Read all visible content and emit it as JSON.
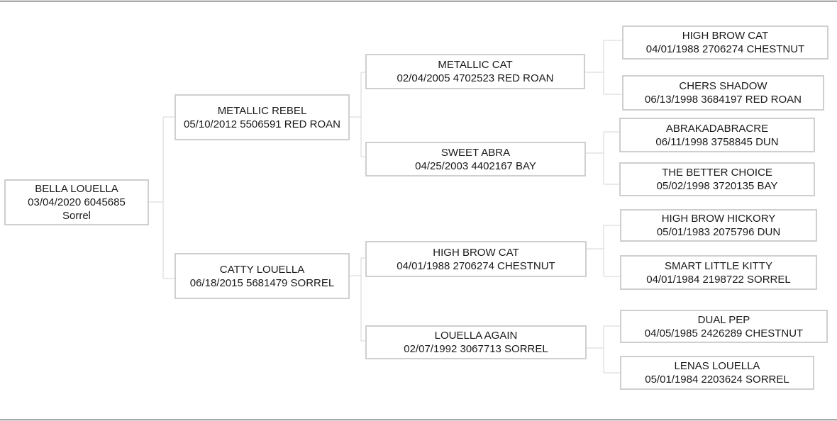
{
  "pedigree": {
    "subject": {
      "name": "BELLA LOUELLA",
      "details": "03/04/2020 6045685",
      "color": "Sorrel"
    },
    "sire": {
      "name": "METALLIC REBEL",
      "details": "05/10/2012 5506591 RED ROAN"
    },
    "dam": {
      "name": "CATTY LOUELLA",
      "details": "06/18/2015 5681479 SORREL"
    },
    "sire_sire": {
      "name": "METALLIC CAT",
      "details": "02/04/2005 4702523 RED ROAN"
    },
    "sire_dam": {
      "name": "SWEET ABRA",
      "details": "04/25/2003 4402167 BAY"
    },
    "dam_sire": {
      "name": "HIGH BROW CAT",
      "details": "04/01/1988 2706274 CHESTNUT"
    },
    "dam_dam": {
      "name": "LOUELLA AGAIN",
      "details": "02/07/1992 3067713 SORREL"
    },
    "sire_sire_sire": {
      "name": "HIGH BROW CAT",
      "details": "04/01/1988 2706274 CHESTNUT"
    },
    "sire_sire_dam": {
      "name": "CHERS SHADOW",
      "details": "06/13/1998 3684197 RED ROAN"
    },
    "sire_dam_sire": {
      "name": "ABRAKADABRACRE",
      "details": "06/11/1998 3758845 DUN"
    },
    "sire_dam_dam": {
      "name": "THE BETTER CHOICE",
      "details": "05/02/1998 3720135 BAY"
    },
    "dam_sire_sire": {
      "name": "HIGH BROW HICKORY",
      "details": "05/01/1983 2075796 DUN"
    },
    "dam_sire_dam": {
      "name": "SMART LITTLE KITTY",
      "details": "04/01/1984 2198722 SORREL"
    },
    "dam_dam_sire": {
      "name": "DUAL PEP",
      "details": "04/05/1985 2426289 CHESTNUT"
    },
    "dam_dam_dam": {
      "name": "LENAS LOUELLA",
      "details": "05/01/1984 2203624 SORREL"
    }
  }
}
